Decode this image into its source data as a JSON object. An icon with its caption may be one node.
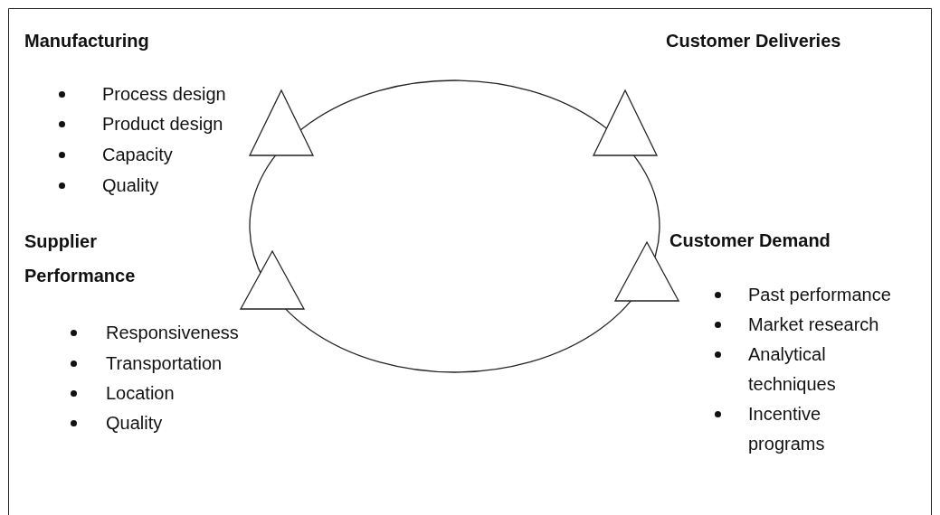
{
  "diagram": {
    "nodes": [
      {
        "text": [],
        "shape": "ellipse"
      },
      {
        "text": [],
        "shape": "triangle"
      },
      {
        "text": [],
        "shape": "triangle"
      },
      {
        "text": [],
        "shape": "triangle"
      },
      {
        "text": [],
        "shape": "triangle"
      }
    ],
    "edges": [],
    "labels": [
      "Manufacturing",
      "Process design",
      "Product design",
      "Capacity",
      "Quality",
      "Customer Deliveries",
      "Supplier Performance",
      "Responsiveness",
      "Transportation",
      "Location",
      "Quality",
      "Customer Demand",
      "Past performance",
      "Market research",
      "Analytical techniques",
      "Incentive programs"
    ]
  }
}
